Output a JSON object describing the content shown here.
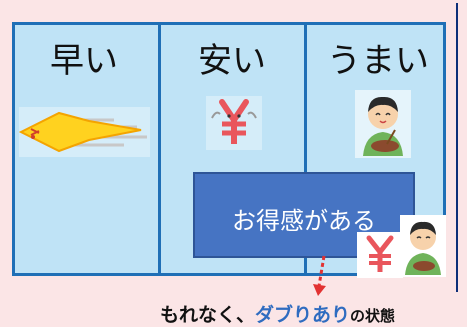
{
  "columns": [
    {
      "title": "早い"
    },
    {
      "title": "安い"
    },
    {
      "title": "うまい"
    }
  ],
  "callout": {
    "label": "お得感がある"
  },
  "caption": {
    "part1": "もれなく、",
    "part2": "ダブりあり",
    "part3": "の状態"
  },
  "colors": {
    "frame": "#1f6fb6",
    "panel": "#bfe3f6",
    "callout": "#4674c3",
    "background": "#fbe5e6",
    "arrow": "#e23232",
    "accent": "#2f6cc0"
  },
  "icons": [
    "speed-icon",
    "yen-icon",
    "eating-boy-icon"
  ]
}
